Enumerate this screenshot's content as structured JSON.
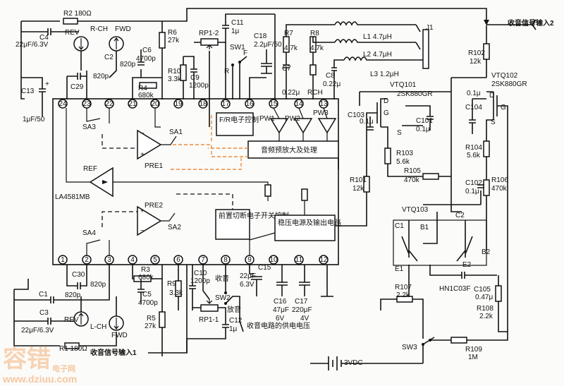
{
  "ic": {
    "name": "LA4581MB",
    "pins_top": [
      "24",
      "23",
      "22",
      "21",
      "20",
      "19",
      "18",
      "17",
      "16",
      "15",
      "14",
      "13"
    ],
    "pins_bottom": [
      "1",
      "2",
      "3",
      "4",
      "5",
      "6",
      "7",
      "8",
      "9",
      "10",
      "11",
      "12"
    ],
    "blocks": {
      "fr_control": "F/R电子控制",
      "eq_amp": "音频预放大及处理",
      "preamp_cut": "前置切断电子开关控制",
      "regulator": "稳压电源及输出电路"
    },
    "amp_labels": {
      "pre1": "PRE1",
      "pre2": "PRE2",
      "ref": "REF"
    },
    "switch_labels": {
      "sa1": "SA1",
      "sa2": "SA2",
      "sa3": "SA3",
      "sa4": "SA4"
    },
    "pw_labels": [
      "PW1",
      "PW2",
      "PW3"
    ]
  },
  "inputs": {
    "radio_in_1": "收音信号输入1",
    "radio_in_2": "收音信号输入2"
  },
  "components": {
    "r2": "R2 180Ω",
    "c4": "C4",
    "c4_val": "22μF/6.3V",
    "r_ch": "R-CH",
    "rev_top": "REV",
    "fwd_top": "FWD",
    "c2": "C2",
    "c2_val": "820p",
    "c29": "C29",
    "c29_val": "820p",
    "c13": "C13",
    "c13_val": "1μF/50",
    "c6": "C6",
    "c6_val": "4700p",
    "r6": "R6",
    "r6_val": "27k",
    "r4": "R4",
    "r4_val": "680k",
    "r10": "R10",
    "r10_val": "3.3k",
    "c9": "C9",
    "c9_val": "1200p",
    "rp1_2": "RP1-2",
    "c11": "C11",
    "c11_val": "1μ",
    "sw1": "SW1",
    "sw1_f": "F",
    "sw1_r": "R",
    "c18": "C18",
    "c18_val": "2.2μF/50",
    "r7": "R7",
    "r7_val": "4.7k",
    "r8": "R8",
    "r8_val": "4.7k",
    "c7": "C7",
    "c7_val": "0.22μ",
    "rch": "RCH",
    "c8": "C8",
    "c8_val": "0.22μ",
    "l1": "L1 4.7μH",
    "l2": "L2 4.7μH",
    "l3": "L3 1.2μH",
    "j1": "J1",
    "c3": "C3",
    "c3_val": "22μF/6.3V",
    "r1": "R1 180Ω",
    "l_ch": "L-CH",
    "rev_bot": "REV",
    "fwd_bot": "FWD",
    "c30": "C30",
    "c30_val": "820p",
    "c1": "C1",
    "c1_val": "820p",
    "r3": "R3",
    "r3_val": "680k",
    "c5": "C5",
    "c5_val": "4700p",
    "r5": "R5",
    "r5_val": "27k",
    "r9": "R9",
    "r9_val": "3.3k",
    "c10": "C10",
    "c10_val": "1200p",
    "rp1_1": "RP1-1",
    "c12": "C12",
    "c12_val": "1μ",
    "sw2": "SW2",
    "sw2_radio": "收音",
    "sw2_play": "放音",
    "c15": "C15",
    "c15_val": "22μF",
    "c15_v": "6.3V",
    "c16": "C16",
    "c16_val": "47μF",
    "c16_v": "6V",
    "c17": "C17",
    "c17_val": "220μF",
    "c17_v": "4V",
    "radio_power": "收音电路的供电电压",
    "battery": "3VDC",
    "r101": "R101",
    "r101_val": "12k",
    "r102": "R102",
    "r102_val": "12k",
    "vtq101": "VTQ101",
    "vtq101_part": "2SK880GR",
    "vtq102": "VTQ102",
    "vtq102_part": "2SK880GR",
    "c103": "C103",
    "c103_val": "0.1μ",
    "c101": "C101",
    "c101_val": "0.1μ",
    "c104": "C104",
    "c104_val": "0.1μ",
    "r103": "R103",
    "r103_val": "5.6k",
    "r104": "R104",
    "r104_val": "5.6k",
    "r105": "R105",
    "r105_val": "470k",
    "r106": "R106",
    "r106_val": "470k",
    "c102": "C102",
    "c102_val": "0.1μ",
    "vtq103": "VTQ103",
    "vtq103_part": "HN1C03F",
    "c105": "C105",
    "c105_val": "0.47μ",
    "r107": "R107",
    "r107_val": "2.2k",
    "r108": "R108",
    "r108_val": "2.2k",
    "r109": "R109",
    "r109_val": "1M",
    "sw3": "SW3",
    "pin_d": "D",
    "pin_g": "G",
    "pin_s": "S",
    "pin_b1": "B1",
    "pin_b2": "B2",
    "pin_c1": "C1",
    "pin_c2": "C2",
    "pin_e1": "E1",
    "pin_e2": "E2"
  },
  "watermark": {
    "logo": "容错",
    "sub": "电子网",
    "url": "www.dziuu.com"
  }
}
